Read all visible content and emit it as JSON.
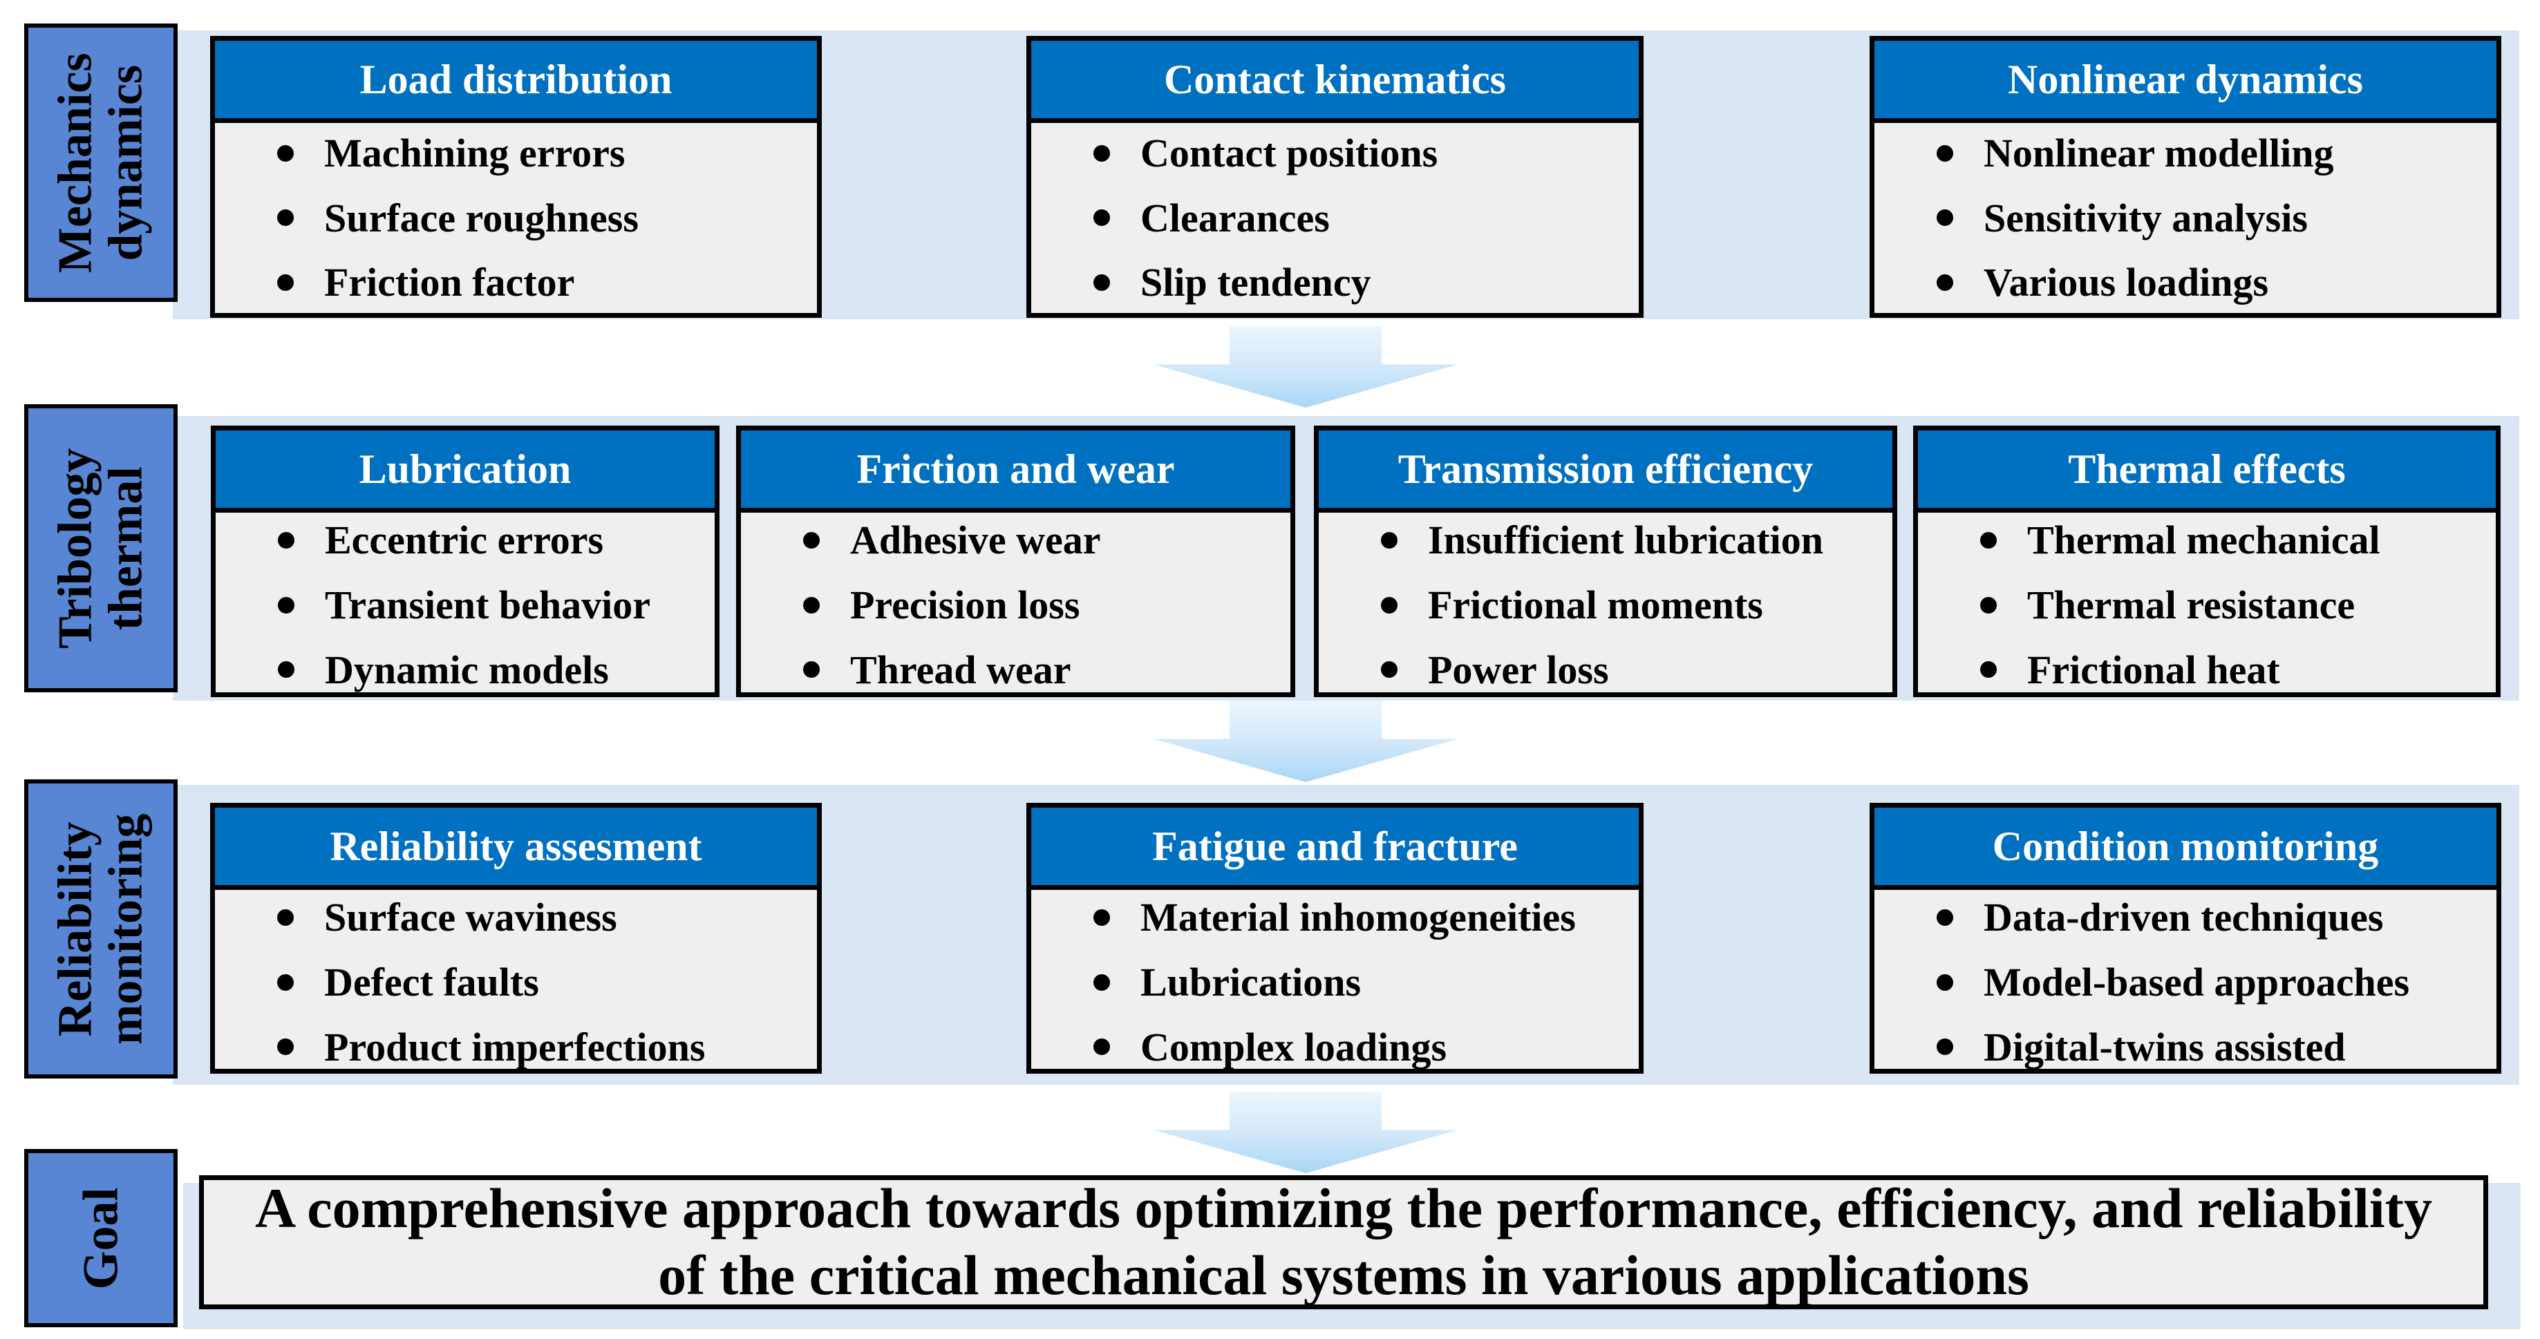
{
  "colors": {
    "header_blue": "#0070c0",
    "label_blue": "#5886d4",
    "band_blue": "#dbe6f5",
    "body_gray": "#efeff0",
    "border_black": "#000000",
    "arrow_light": "#edf6fd",
    "arrow_dark": "#a9d6f5"
  },
  "rows": [
    {
      "label_lines": [
        "Mechanics",
        "dynamics"
      ],
      "cards": [
        {
          "title": "Load distribution",
          "items": [
            "Machining errors",
            "Surface roughness",
            "Friction factor"
          ]
        },
        {
          "title": "Contact kinematics",
          "items": [
            "Contact positions",
            "Clearances",
            "Slip tendency"
          ]
        },
        {
          "title": "Nonlinear dynamics",
          "items": [
            "Nonlinear modelling",
            "Sensitivity analysis",
            "Various loadings"
          ]
        }
      ]
    },
    {
      "label_lines": [
        "Tribology",
        "thermal"
      ],
      "cards": [
        {
          "title": "Lubrication",
          "items": [
            "Eccentric errors",
            "Transient behavior",
            "Dynamic models"
          ]
        },
        {
          "title": "Friction and wear",
          "items": [
            "Adhesive wear",
            "Precision loss",
            "Thread wear"
          ]
        },
        {
          "title": "Transmission efficiency",
          "items": [
            "Insufficient lubrication",
            "Frictional moments",
            "Power loss"
          ]
        },
        {
          "title": "Thermal effects",
          "items": [
            "Thermal mechanical",
            "Thermal resistance",
            "Frictional heat"
          ]
        }
      ]
    },
    {
      "label_lines": [
        "Reliability",
        "monitoring"
      ],
      "cards": [
        {
          "title": "Reliability assesment",
          "items": [
            "Surface waviness",
            "Defect faults",
            "Product imperfections"
          ]
        },
        {
          "title": "Fatigue and fracture",
          "items": [
            "Material inhomogeneities",
            "Lubrications",
            "Complex loadings"
          ]
        },
        {
          "title": "Condition monitoring",
          "items": [
            "Data-driven techniques",
            "Model-based approaches",
            "Digital-twins assisted"
          ]
        }
      ]
    }
  ],
  "goal": {
    "label": "Goal",
    "text": "A comprehensive approach towards optimizing the performance, efficiency, and reliability of the critical mechanical systems in various applications"
  }
}
